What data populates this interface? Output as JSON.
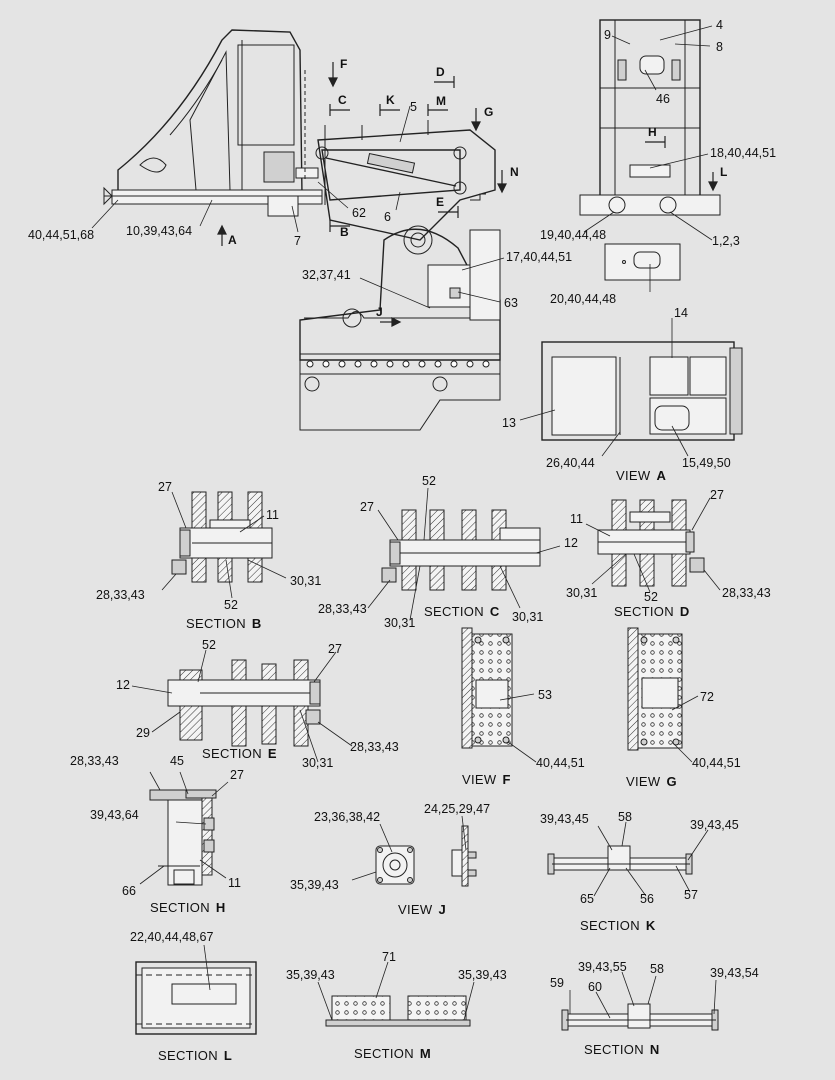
{
  "callouts": {
    "c_40_44_51_68": "40,44,51,68",
    "c_10_39_43_64": "10,39,43,64",
    "c_7": "7",
    "c_62": "62",
    "c_6": "6",
    "c_5": "5",
    "c_9": "9",
    "c_4": "4",
    "c_8": "8",
    "c_46": "46",
    "c_18_40_44_51": "18,40,44,51",
    "c_19_40_44_48": "19,40,44,48",
    "c_1_2_3": "1,2,3",
    "c_17_40_44_51": "17,40,44,51",
    "c_32_37_41": "32,37,41",
    "c_63": "63",
    "c_20_40_44_48": "20,40,44,48",
    "c_14": "14",
    "c_13": "13",
    "c_26_40_44": "26,40,44",
    "c_15_49_50": "15,49,50",
    "b_27": "27",
    "b_11": "11",
    "b_28_33_43": "28,33,43",
    "b_52": "52",
    "b_30_31": "30,31",
    "c2_52": "52",
    "c2_27": "27",
    "c2_12": "12",
    "c2_28_33_43": "28,33,43",
    "c2_30_31a": "30,31",
    "c2_30_31b": "30,31",
    "d_27": "27",
    "d_11": "11",
    "d_30_31": "30,31",
    "d_52": "52",
    "d_28_33_43": "28,33,43",
    "e_52": "52",
    "e_27": "27",
    "e_12": "12",
    "e_29": "29",
    "e_28_33_43": "28,33,43",
    "e_30_31": "30,31",
    "f_53": "53",
    "f_40_44_51": "40,44,51",
    "g_72": "72",
    "g_40_44_51": "40,44,51",
    "h_28_33_43": "28,33,43",
    "h_45": "45",
    "h_27": "27",
    "h_39_43_64": "39,43,64",
    "h_66": "66",
    "h_11": "11",
    "j_23_36_38_42": "23,36,38,42",
    "j_24_25_29_47": "24,25,29,47",
    "j_35_39_43": "35,39,43",
    "k_39_43_45a": "39,43,45",
    "k_58": "58",
    "k_39_43_45b": "39,43,45",
    "k_65": "65",
    "k_56": "56",
    "k_57": "57",
    "l_22_40_44_48_67": "22,40,44,48,67",
    "m_71": "71",
    "m_35_39_43a": "35,39,43",
    "m_35_39_43b": "35,39,43",
    "n_39_43_55": "39,43,55",
    "n_58": "58",
    "n_39_43_54": "39,43,54",
    "n_59": "59",
    "n_60": "60"
  },
  "view_arrows": {
    "F": "F",
    "C": "C",
    "K": "K",
    "D": "D",
    "M": "M",
    "G": "G",
    "H": "H",
    "L": "L",
    "N": "N",
    "E": "E",
    "A": "A",
    "B": "B",
    "J": "J"
  },
  "captions": {
    "view_a": {
      "prefix": "VIEW",
      "letter": "A"
    },
    "section_b": {
      "prefix": "SECTION",
      "letter": "B"
    },
    "section_c": {
      "prefix": "SECTION",
      "letter": "C"
    },
    "section_d": {
      "prefix": "SECTION",
      "letter": "D"
    },
    "section_e": {
      "prefix": "SECTION",
      "letter": "E"
    },
    "view_f": {
      "prefix": "VIEW",
      "letter": "F"
    },
    "view_g": {
      "prefix": "VIEW",
      "letter": "G"
    },
    "section_h": {
      "prefix": "SECTION",
      "letter": "H"
    },
    "view_j": {
      "prefix": "VIEW",
      "letter": "J"
    },
    "section_k": {
      "prefix": "SECTION",
      "letter": "K"
    },
    "section_l": {
      "prefix": "SECTION",
      "letter": "L"
    },
    "section_m": {
      "prefix": "SECTION",
      "letter": "M"
    },
    "section_n": {
      "prefix": "SECTION",
      "letter": "N"
    }
  },
  "colors": {
    "background": "#e4e4e4",
    "ink": "#222222"
  }
}
